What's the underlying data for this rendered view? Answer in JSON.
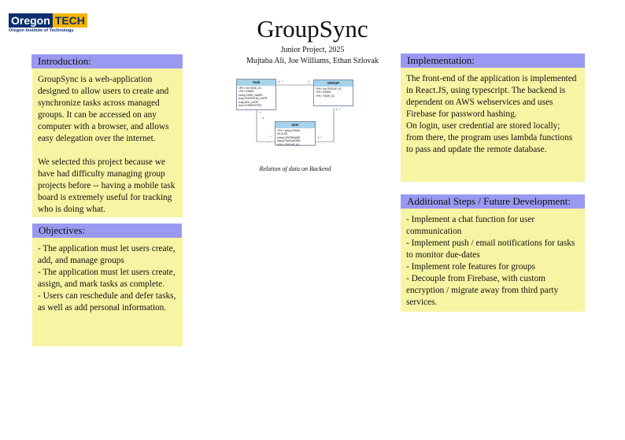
{
  "logo": {
    "word1": "Oregon",
    "word2": "TECH",
    "sub": "Oregon Institute of Technology"
  },
  "title": "GroupSync",
  "subtitle": "Junior Project, 2025",
  "authors": "Mujtaba Ali, Joe Williams, Ethan Szlovak",
  "introduction": {
    "heading": "Introduction:",
    "paragraphs": [
      "GroupSync is a web-application designed to allow users to create and synchronize tasks across managed groups. It can be accessed on any computer with a browser, and allows easy delegation over the internet.",
      "We selected this project because we have had difficulty managing group projects before -- having a mobile task board is extremely useful for tracking who is doing what."
    ]
  },
  "objectives": {
    "heading": "Objectives:",
    "lines": [
      " - The application must let users create, add, and manage groups",
      "- The application must let users create, assign, and mark tasks as complete.",
      "- Users can reschedule and defer tasks, as well as add personal information."
    ]
  },
  "implementation": {
    "heading": "Implementation:",
    "lines": [
      "The front-end of the application is implemented in React.JS, using typescript. The backend is dependent on AWS webservices and uses Firebase for password hashing.",
      "On login, user credential are stored locally; from there, the program uses lambda functions to pass and update the remote database."
    ]
  },
  "future": {
    "heading": "Additional Steps /  Future Development:",
    "lines": [
      "- Implement a chat function for user communication",
      "- Implement push / email notifications for tasks to monitor due-dates",
      "- Implement role features for groups",
      "- Decouple from Firebase, with custom encryption / migrate away from third party services."
    ]
  },
  "diagram": {
    "caption": "Relation of data on Backend",
    "task": {
      "name": "Task",
      "fields": [
        "<PK> int TASK_ID",
        "<FK> EMAIL",
        "string TASK_NAME",
        "long CREATION_DATE",
        "long DDL_DATE",
        "bool COMPLETED"
      ]
    },
    "group": {
      "name": "GROUP",
      "fields": [
        "<PK> int GROUP_ID",
        "<FK> EMAIL",
        "<FK> TASK_ID"
      ]
    },
    "user": {
      "name": "User",
      "fields": [
        "<PK> string EMAIL",
        "int UUID",
        "string USERNAME",
        "string PASSWORD",
        "<FK> GROUP_ID"
      ]
    },
    "cardinality": {
      "task_group_left": "1..*",
      "task_group_right": "1",
      "task_user_top": "*",
      "task_user_bottom": "1",
      "user_left": "*",
      "group_right": "1..*",
      "user_right": "1..*"
    }
  }
}
